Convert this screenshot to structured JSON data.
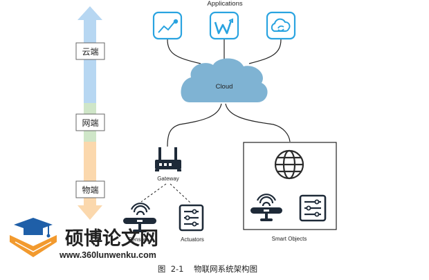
{
  "applications": {
    "label": "Applications"
  },
  "layers": [
    {
      "label": "云端"
    },
    {
      "label": "网端"
    },
    {
      "label": "物端"
    }
  ],
  "cloud": {
    "label": "Cloud"
  },
  "gateway": {
    "label": "Gateway"
  },
  "sensors": {
    "label": "Sensors"
  },
  "actuators": {
    "label": "Actuators"
  },
  "smart_objects": {
    "label": "Smart Objects"
  },
  "watermark": {
    "title": "硕博论文网",
    "url": "www.360lunwenku.com"
  },
  "caption": {
    "text": "图  2-1    物联网系统架构图"
  },
  "colors": {
    "app_blue": "#29a3e0",
    "cloud_fill": "#7fb3d3",
    "bar_blue": "#b7d7f2",
    "bar_green": "#cfe6c8",
    "bar_orange": "#fbd8ad",
    "logo_orange": "#f29a2e",
    "logo_blue": "#1f5fa8"
  }
}
